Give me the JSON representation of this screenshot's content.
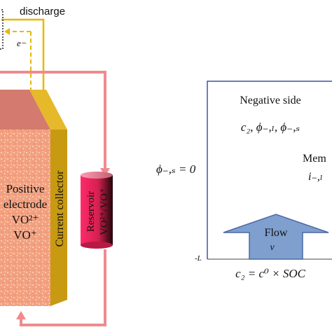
{
  "circuit": {
    "discharge_label": "discharge",
    "electron_label": "e−"
  },
  "electrode": {
    "line1": "Positive",
    "line2": "electrode",
    "line3": "VO²⁺",
    "line4": "VO⁺"
  },
  "collector": {
    "label": "Current collector"
  },
  "reservoir": {
    "label_line1": "Reservoir",
    "label_line2": "VO²⁺/VO⁺"
  },
  "domain": {
    "negative_side": "Negative side",
    "variables": "c₂, ϕ₋,ₗ, ϕ₋,ₛ",
    "boundary_condition": "ϕ₋,ₛ = 0",
    "membrane_partial": "Mem",
    "current_partial": "i₋,ₗ",
    "neg_L": "-L",
    "flow_label": "Flow",
    "velocity_label": "v⃗",
    "inlet_condition": "c₂ = c⁰ × SOC"
  },
  "colors": {
    "flow_pipe": "#f08a8f",
    "electron_path": "#e8b800",
    "electrode_fill": "#f4a082",
    "collector_fill": "#c89a12",
    "domain_border": "#3a55a0",
    "flow_arrow": "#7f9fce"
  }
}
